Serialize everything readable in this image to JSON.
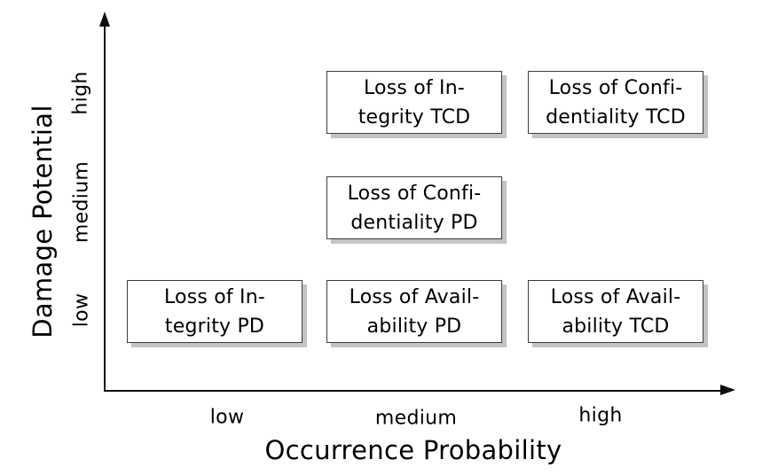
{
  "colors": {
    "background": "#ffffff",
    "axis": "#0d0d0d",
    "box_border": "#3d3d3d",
    "box_fill": "#ffffff",
    "box_shadow": "#c3c3c3",
    "text": "#000000"
  },
  "chart_data": {
    "type": "scatter",
    "title": "",
    "xlabel": "Occurrence Probability",
    "ylabel": "Damage Potential",
    "x_ticks": [
      "low",
      "medium",
      "high"
    ],
    "y_ticks": [
      "low",
      "medium",
      "high"
    ],
    "grid": false,
    "legend": false,
    "points": [
      {
        "label": "Loss of Integrity TCD",
        "x": "medium",
        "y": "high"
      },
      {
        "label": "Loss of Confidentiality TCD",
        "x": "high",
        "y": "high"
      },
      {
        "label": "Loss of Confidentiality PD",
        "x": "medium",
        "y": "medium"
      },
      {
        "label": "Loss of Integrity PD",
        "x": "low",
        "y": "low"
      },
      {
        "label": "Loss of Availability PD",
        "x": "medium",
        "y": "low"
      },
      {
        "label": "Loss of Availability TCD",
        "x": "high",
        "y": "low"
      }
    ]
  },
  "boxes": [
    {
      "line1": "Loss of In-",
      "line2": "tegrity TCD",
      "x": "medium",
      "y": "high"
    },
    {
      "line1": "Loss of Confi-",
      "line2": "dentiality TCD",
      "x": "high",
      "y": "high"
    },
    {
      "line1": "Loss of Confi-",
      "line2": "dentiality PD",
      "x": "medium",
      "y": "medium"
    },
    {
      "line1": "Loss of In-",
      "line2": "tegrity PD",
      "x": "low",
      "y": "low"
    },
    {
      "line1": "Loss of Avail-",
      "line2": "ability PD",
      "x": "medium",
      "y": "low"
    },
    {
      "line1": "Loss of Avail-",
      "line2": "ability TCD",
      "x": "high",
      "y": "low"
    }
  ]
}
